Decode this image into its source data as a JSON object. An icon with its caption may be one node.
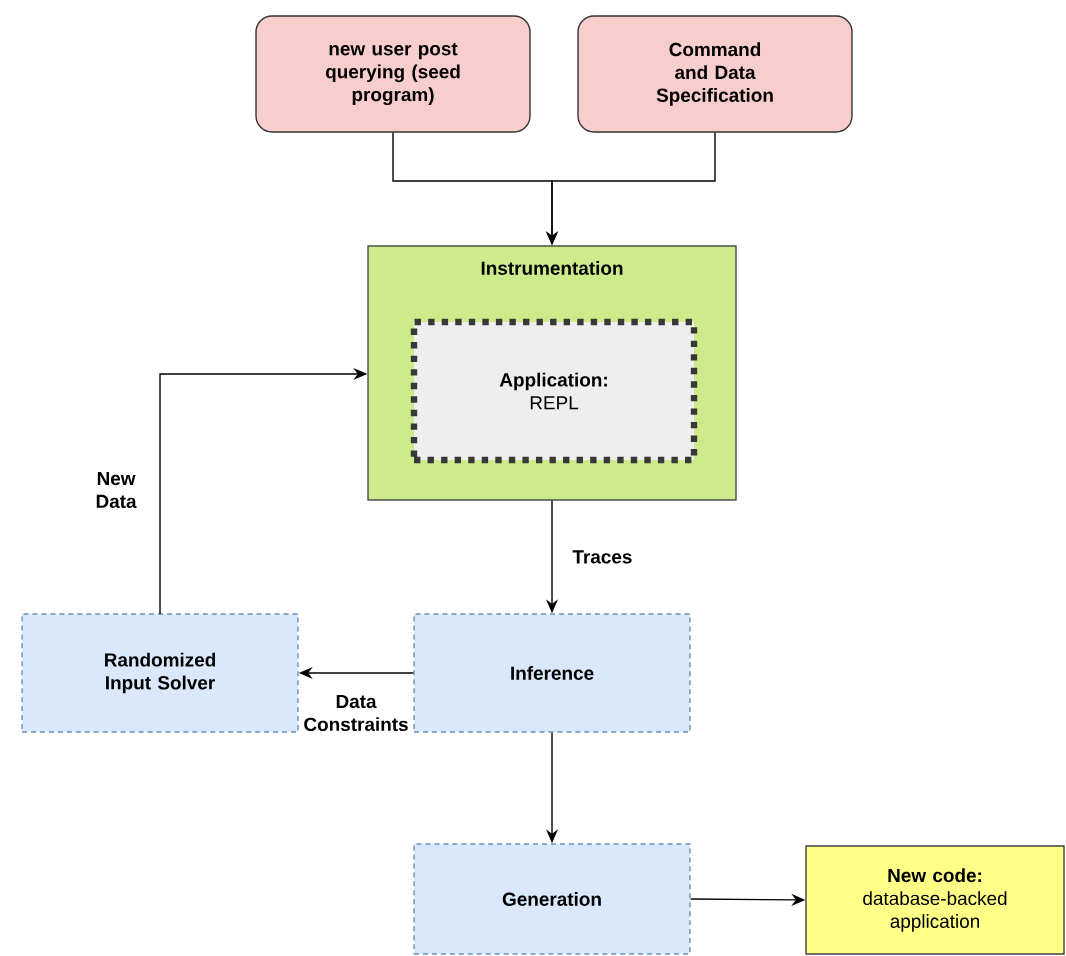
{
  "diagram": {
    "nodes": [
      {
        "text": [
          "new user post querying (seed program)"
        ]
      },
      {
        "text": [
          "Command and Data Specification"
        ]
      },
      {
        "text": [
          "Instrumentation"
        ]
      },
      {
        "text": [
          "Application:",
          "REPL"
        ],
        "in": 2
      },
      {
        "text": [
          "Inference"
        ]
      },
      {
        "text": [
          "Randomized Input Solver"
        ]
      },
      {
        "text": [
          "Generation"
        ]
      },
      {
        "text": [
          "New code:",
          "database-backed application"
        ]
      }
    ],
    "edges": [
      {
        "from": 0,
        "to": 2,
        "arrow": "to"
      },
      {
        "from": 1,
        "to": 2,
        "arrow": "to"
      },
      {
        "from": 2,
        "to": 4,
        "arrow": "to",
        "label": "Traces"
      },
      {
        "from": 4,
        "to": 5,
        "arrow": "to",
        "label": "Data Constraints"
      },
      {
        "from": 5,
        "to": 2,
        "arrow": "to",
        "label": "New Data"
      },
      {
        "from": 4,
        "to": 6,
        "arrow": "to"
      },
      {
        "from": 6,
        "to": 7,
        "arrow": "to"
      }
    ]
  }
}
